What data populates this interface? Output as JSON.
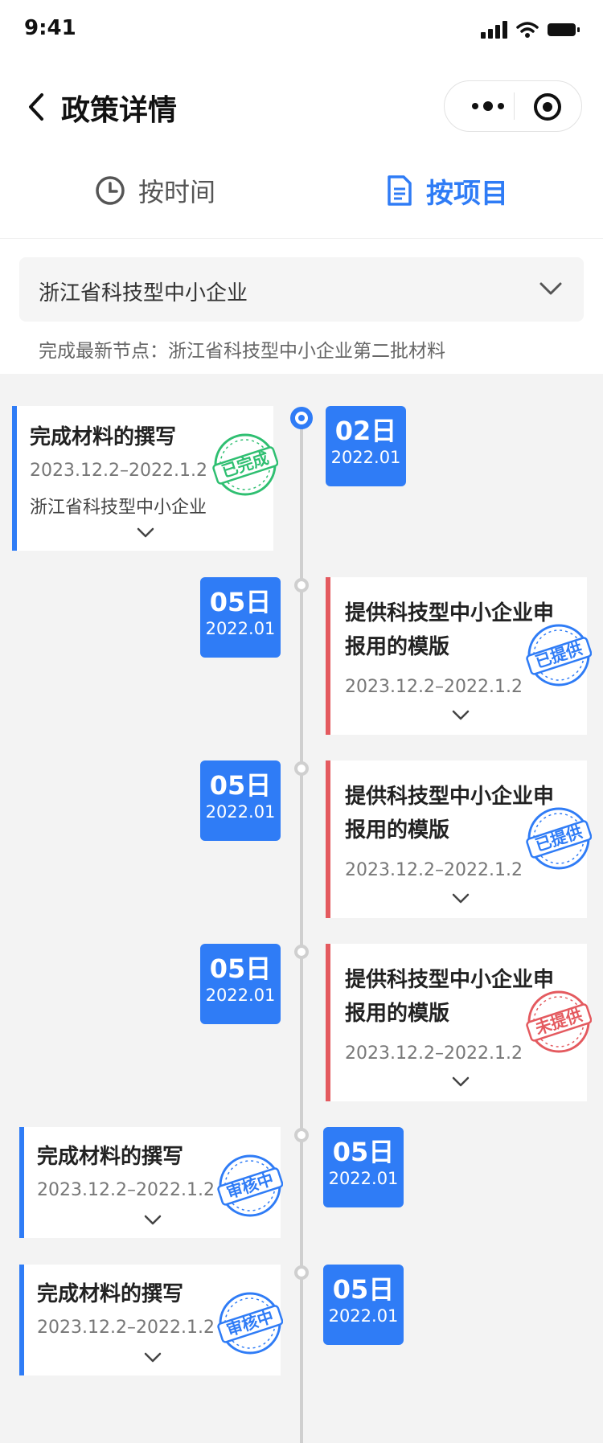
{
  "status_bar": {
    "time": "9:41"
  },
  "nav": {
    "title": "政策详情"
  },
  "tabs": [
    {
      "label": "按时间",
      "active": false,
      "icon": "clock-icon"
    },
    {
      "label": "按项目",
      "active": true,
      "icon": "document-icon"
    }
  ],
  "filter": {
    "selected": "浙江省科技型中小企业",
    "latest_node": "完成最新节点：浙江省科技型中小企业第二批材料"
  },
  "colors": {
    "accent": "#2f7cf6",
    "red": "#e45a5f",
    "green": "#2fbf71",
    "line": "#cfcfcf"
  },
  "timeline": [
    {
      "day": "02日",
      "month": "2022.01",
      "title": "完成材料的撰写",
      "date_range": "2023.12.2–2022.1.2",
      "org": "浙江省科技型中小企业",
      "stamp": "已完成",
      "stamp_color": "#2fbf71",
      "side": "left"
    },
    {
      "day": "05日",
      "month": "2022.01",
      "title_line1": "提供科技型中小企业申",
      "title_line2": "报用的模版",
      "date_range": "2023.12.2–2022.1.2",
      "stamp": "已提供",
      "stamp_color": "#2f7cf6",
      "side": "right"
    },
    {
      "day": "05日",
      "month": "2022.01",
      "title_line1": "提供科技型中小企业申",
      "title_line2": "报用的模版",
      "date_range": "2023.12.2–2022.1.2",
      "stamp": "已提供",
      "stamp_color": "#2f7cf6",
      "side": "right"
    },
    {
      "day": "05日",
      "month": "2022.01",
      "title_line1": "提供科技型中小企业申",
      "title_line2": "报用的模版",
      "date_range": "2023.12.2–2022.1.2",
      "stamp": "未提供",
      "stamp_color": "#e45a5f",
      "side": "right"
    },
    {
      "day": "05日",
      "month": "2022.01",
      "title": "完成材料的撰写",
      "date_range": "2023.12.2–2022.1.2",
      "stamp": "审核中",
      "stamp_color": "#2f7cf6",
      "side": "left"
    },
    {
      "day": "05日",
      "month": "2022.01",
      "title": "完成材料的撰写",
      "date_range": "2023.12.2–2022.1.2",
      "stamp": "审核中",
      "stamp_color": "#2f7cf6",
      "side": "left"
    }
  ]
}
